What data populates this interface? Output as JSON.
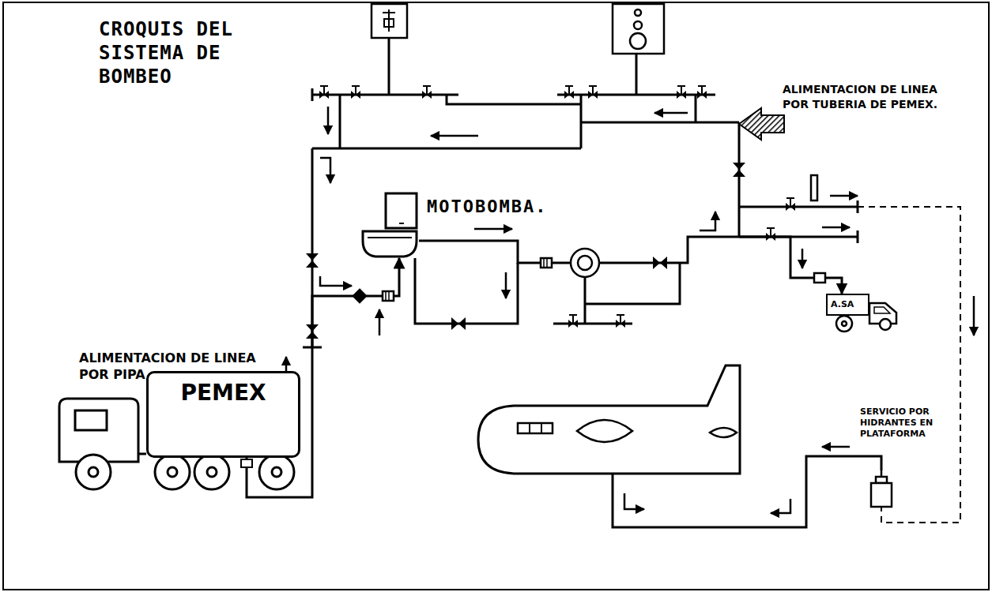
{
  "diagram": {
    "title": "CROQUIS DEL SISTEMA DE BOMBEO",
    "nodes": [
      {
        "text": [
          "MOTOBOMBA."
        ]
      },
      {
        "text": [
          "A.SA"
        ]
      },
      {
        "text": [
          "PEMEX"
        ]
      }
    ],
    "edges": [
      {
        "from": 2,
        "to": 0,
        "arrow": "to"
      },
      {
        "from": 0,
        "to": 1,
        "arrow": "to"
      }
    ],
    "labels": [
      "ALIMENTACION DE LINEA POR TUBERIA DE PEMEX.",
      "ALIMENTACION DE LINEA POR PIPA",
      "SERVICIO POR HIDRANTES EN PLATAFORMA"
    ]
  }
}
